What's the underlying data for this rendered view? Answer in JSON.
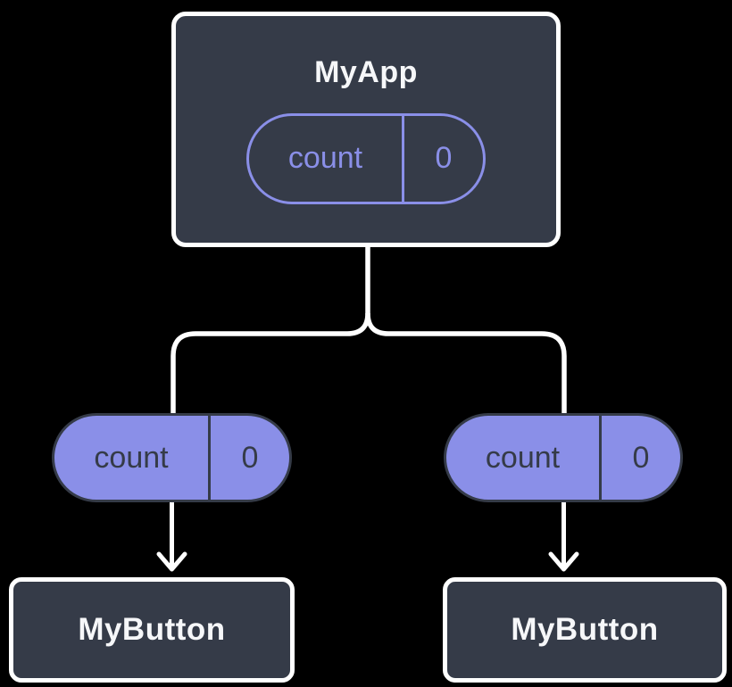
{
  "colors": {
    "background": "#000000",
    "node_fill": "#353b48",
    "node_border": "#ffffff",
    "node_text": "#f6f7f9",
    "pill_fill": "#8a8fe8",
    "pill_outline": "#8a8fe8",
    "pill_text_dark": "#353b48",
    "connector": "#ffffff"
  },
  "tree": {
    "root": {
      "title": "MyApp",
      "state": {
        "label": "count",
        "value": "0"
      }
    },
    "children": [
      {
        "title": "MyButton",
        "prop": {
          "label": "count",
          "value": "0"
        }
      },
      {
        "title": "MyButton",
        "prop": {
          "label": "count",
          "value": "0"
        }
      }
    ]
  }
}
